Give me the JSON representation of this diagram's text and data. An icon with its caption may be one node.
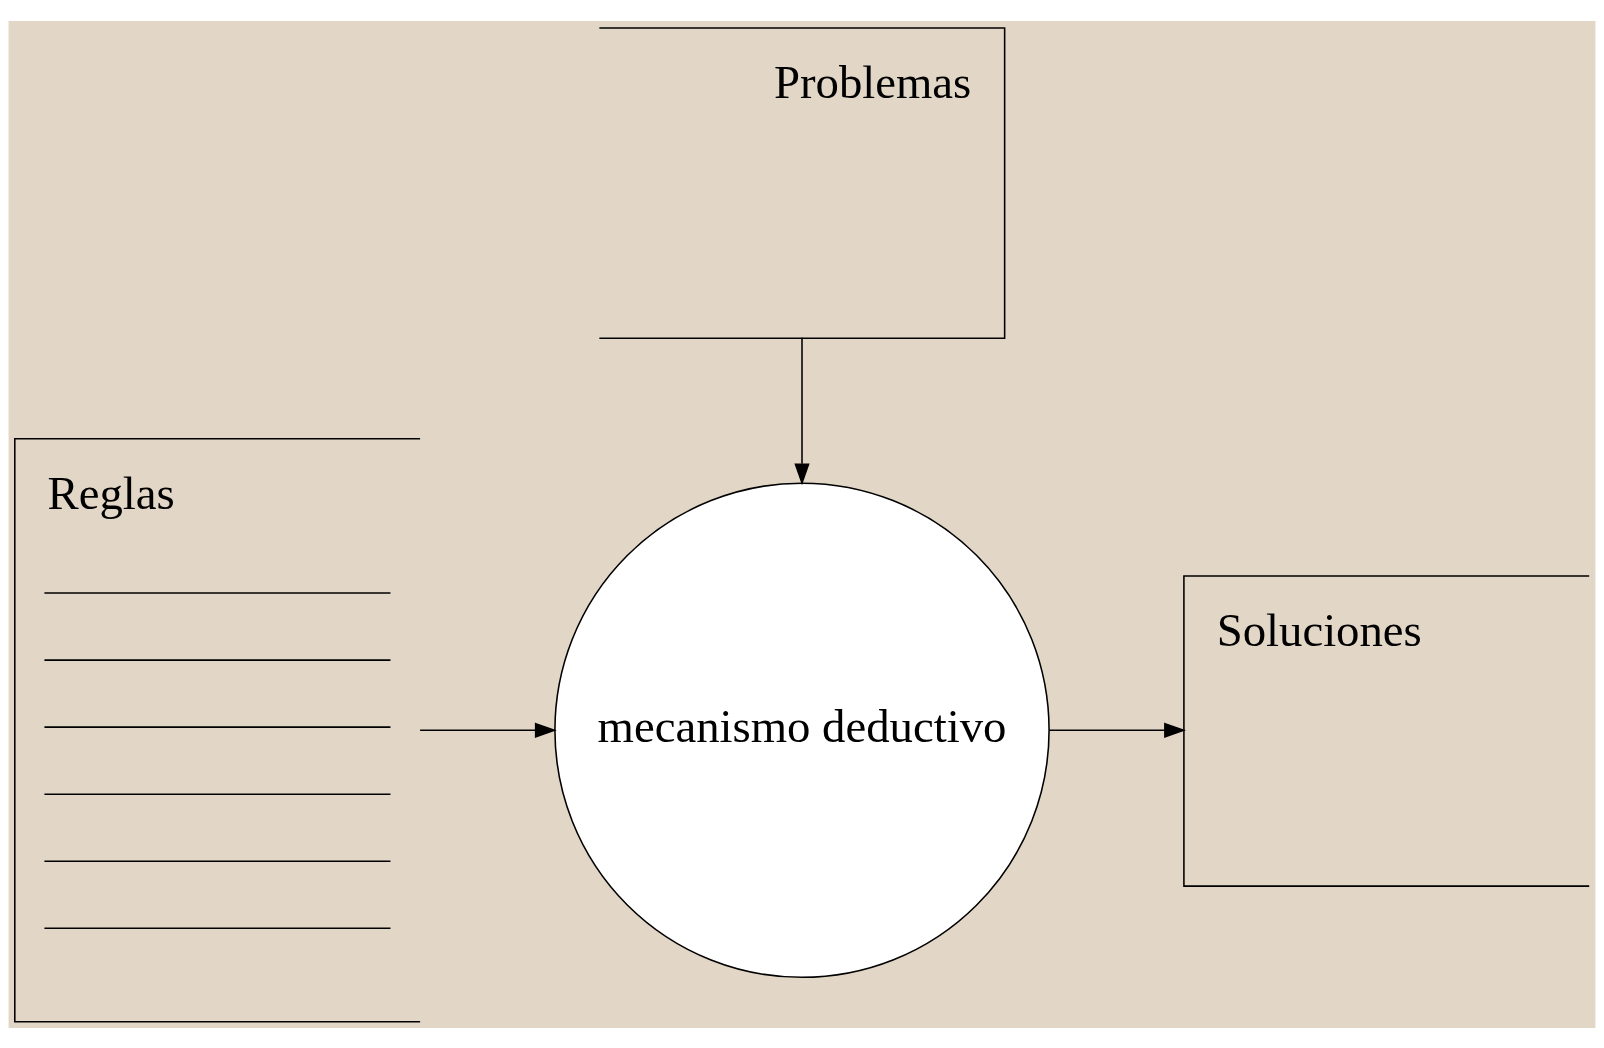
{
  "diagram": {
    "nodes": [
      {
        "text": [
          "Problemas"
        ]
      },
      {
        "text": [
          "Reglas"
        ]
      },
      {
        "text": [
          "mecanismo deductivo"
        ]
      },
      {
        "text": [
          "Soluciones"
        ]
      }
    ],
    "edges": [
      {
        "from": 0,
        "to": 2,
        "arrow": "to"
      },
      {
        "from": 1,
        "to": 2,
        "arrow": "to"
      },
      {
        "from": 2,
        "to": 3,
        "arrow": "to"
      }
    ]
  }
}
